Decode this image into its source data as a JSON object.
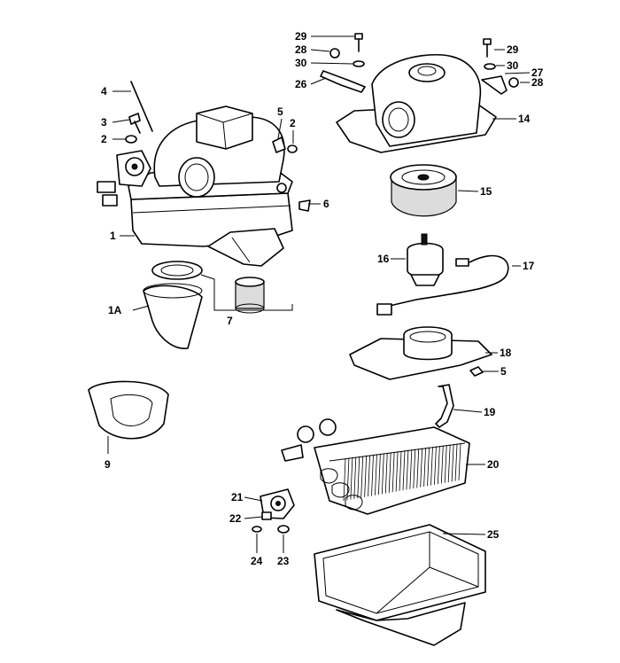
{
  "callouts": {
    "c1": "1",
    "c1a": "1A",
    "c2a": "2",
    "c2b": "2",
    "c3": "3",
    "c4": "4",
    "c5a": "5",
    "c5b": "5",
    "c6": "6",
    "c7": "7",
    "c9": "9",
    "c14": "14",
    "c15": "15",
    "c16": "16",
    "c17": "17",
    "c18": "18",
    "c19": "19",
    "c20": "20",
    "c21": "21",
    "c22": "22",
    "c23": "23",
    "c24": "24",
    "c25": "25",
    "c26": "26",
    "c27": "27",
    "c28a": "28",
    "c28b": "28",
    "c29a": "29",
    "c29b": "29",
    "c30a": "30",
    "c30b": "30"
  },
  "colors": {
    "line": "#000000",
    "background": "#ffffff",
    "shade": "#dcdcdc"
  }
}
